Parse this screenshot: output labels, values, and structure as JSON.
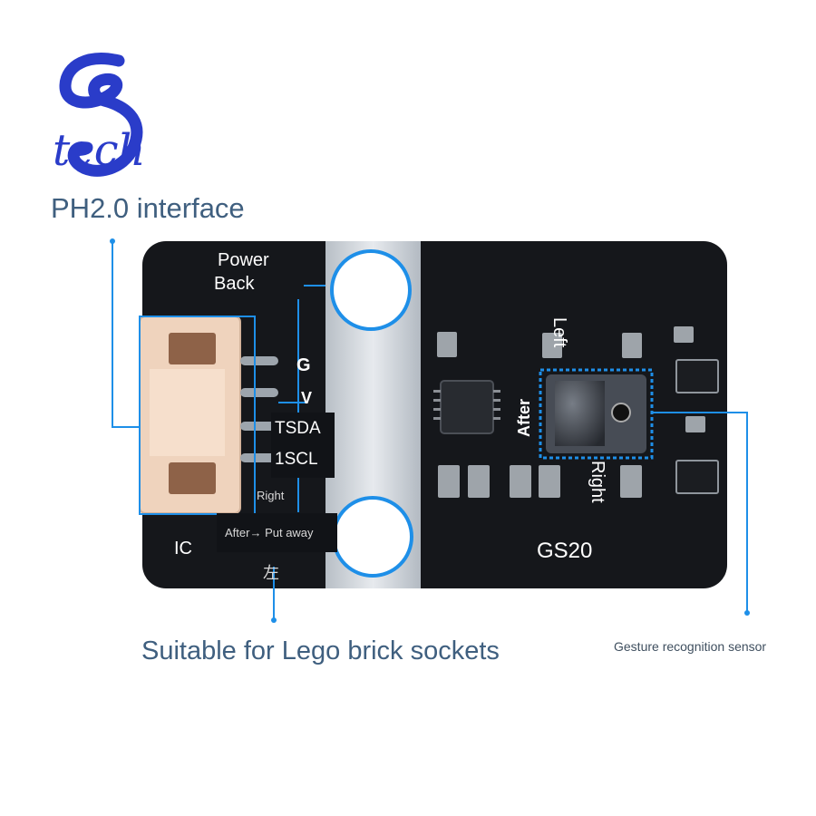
{
  "brand": {
    "logo_letter": "g",
    "logo_word": "tech",
    "logo_color": "#2a3cc9"
  },
  "labels": {
    "ph_interface": "PH2.0 interface",
    "lego": "Suitable for Lego brick sockets",
    "sensor": "Gesture recognition sensor"
  },
  "board": {
    "power": "Power",
    "back": "Back",
    "g": "G",
    "v": "V",
    "tsda": "TSDA",
    "iscl": "1SCL",
    "right_small": "Right",
    "after_put_away": "After→ Put away",
    "ic": "IC",
    "left": "Left",
    "after": "After",
    "right": "Right",
    "gs20": "GS20",
    "bottom_mark": "左",
    "board_color": "#15171b",
    "highlight_color": "#2a8de3"
  }
}
